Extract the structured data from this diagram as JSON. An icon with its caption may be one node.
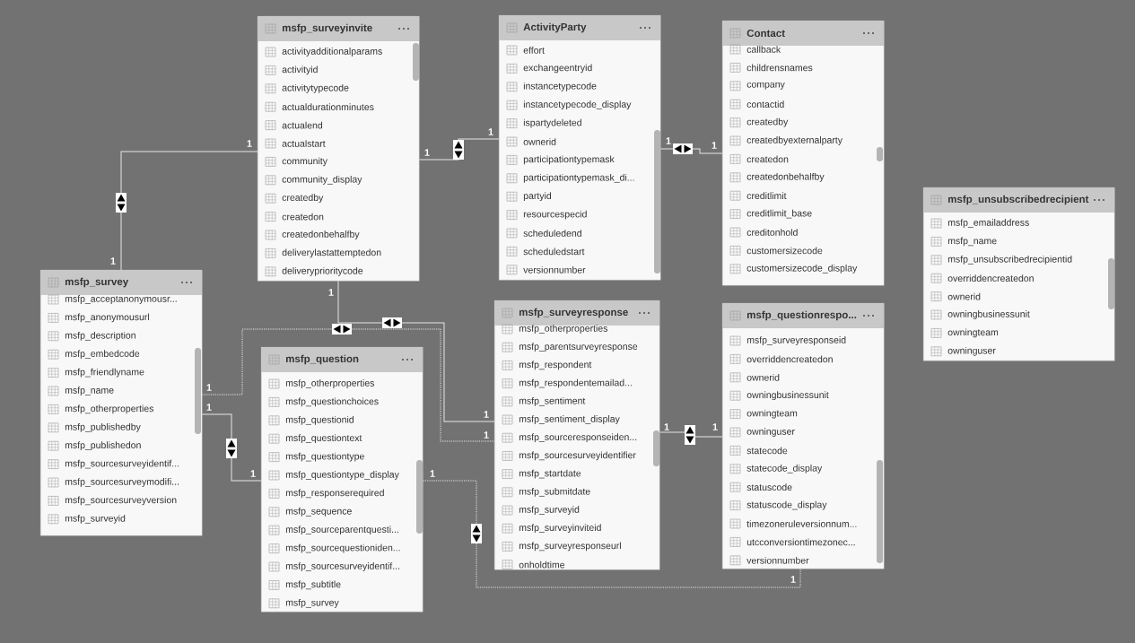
{
  "diagram": {
    "nodes": [
      {
        "text": [
          "msfp_surveyinvite",
          "activityadditionalparams",
          "activityid",
          "activitytypecode",
          "actualdurationminutes",
          "actualend",
          "actualstart",
          "community",
          "community_display",
          "createdby",
          "createdon",
          "createdonbehalfby",
          "deliverylastattemptedon",
          "deliveryprioritycode"
        ]
      },
      {
        "text": [
          "ActivityParty",
          "effort",
          "exchangeentryid",
          "instancetypecode",
          "instancetypecode_display",
          "ispartydeleted",
          "ownerid",
          "participationtypemask",
          "participationtypemask_di...",
          "partyid",
          "resourcespecid",
          "scheduledend",
          "scheduledstart",
          "versionnumber"
        ]
      },
      {
        "text": [
          "Contact",
          "callback",
          "childrensnames",
          "company",
          "contactid",
          "createdby",
          "createdbyexternalparty",
          "createdon",
          "createdonbehalfby",
          "creditlimit",
          "creditlimit_base",
          "creditonhold",
          "customersizecode",
          "customersizecode_display"
        ]
      },
      {
        "text": [
          "msfp_unsubscribedrecipient",
          "msfp_emailaddress",
          "msfp_name",
          "msfp_unsubscribedrecipientid",
          "overriddencreatedon",
          "ownerid",
          "owningbusinessunit",
          "owningteam",
          "owninguser"
        ]
      },
      {
        "text": [
          "msfp_survey",
          "msfp_acceptanonymousr...",
          "msfp_anonymousurl",
          "msfp_description",
          "msfp_embedcode",
          "msfp_friendlyname",
          "msfp_name",
          "msfp_otherproperties",
          "msfp_publishedby",
          "msfp_publishedon",
          "msfp_sourcesurveyidentif...",
          "msfp_sourcesurveymodifi...",
          "msfp_sourcesurveyversion",
          "msfp_surveyid"
        ]
      },
      {
        "text": [
          "msfp_question",
          "msfp_otherproperties",
          "msfp_questionchoices",
          "msfp_questionid",
          "msfp_questiontext",
          "msfp_questiontype",
          "msfp_questiontype_display",
          "msfp_responserequired",
          "msfp_sequence",
          "msfp_sourceparentquesti...",
          "msfp_sourcequestioniden...",
          "msfp_sourcesurveyidentif...",
          "msfp_subtitle",
          "msfp_survey"
        ]
      },
      {
        "text": [
          "msfp_surveyresponse",
          "msfp_otherproperties",
          "msfp_parentsurveyresponse",
          "msfp_respondent",
          "msfp_respondentemailad...",
          "msfp_sentiment",
          "msfp_sentiment_display",
          "msfp_sourceresponseiden...",
          "msfp_sourcesurveyidentifier",
          "msfp_startdate",
          "msfp_submitdate",
          "msfp_surveyid",
          "msfp_surveyinviteid",
          "msfp_surveyresponseurl",
          "onholdtime"
        ]
      },
      {
        "text": [
          "msfp_questionrespo...",
          "msfp_surveyresponseid",
          "overriddencreatedon",
          "ownerid",
          "owningbusinessunit",
          "owningteam",
          "owninguser",
          "statecode",
          "statecode_display",
          "statuscode",
          "statuscode_display",
          "timezoneruleversionnum...",
          "utcconversiontimezonec...",
          "versionnumber"
        ]
      }
    ],
    "edges": [
      {
        "from": 4,
        "to": 0,
        "arrow": "to"
      },
      {
        "from": 0,
        "to": 1,
        "arrow": "to"
      },
      {
        "from": 1,
        "to": 2,
        "arrow": "to"
      },
      {
        "from": 4,
        "to": 6,
        "arrow": "to",
        "style": "dashed"
      },
      {
        "from": 0,
        "to": 6,
        "arrow": "to"
      },
      {
        "from": 4,
        "to": 5,
        "arrow": "to"
      },
      {
        "from": 6,
        "to": 7,
        "arrow": "to"
      },
      {
        "from": 5,
        "to": 7,
        "arrow": "to",
        "style": "dashed"
      }
    ],
    "labels": [
      "1",
      "1",
      "1",
      "1",
      "1",
      "1",
      "1",
      "1",
      "1",
      "1",
      "1",
      "1",
      "1",
      "1",
      "1",
      "1"
    ]
  }
}
